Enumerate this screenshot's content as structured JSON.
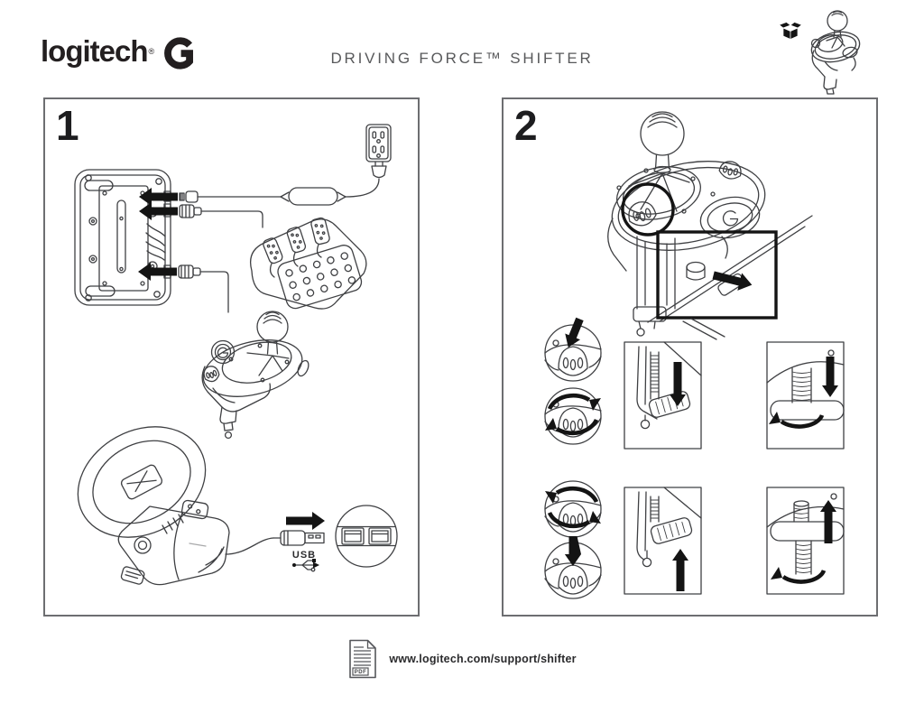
{
  "header": {
    "logo_text": "logitech",
    "logo_registered": "®",
    "title": "DRIVING FORCE™ SHIFTER"
  },
  "steps": {
    "one": "1",
    "two": "2"
  },
  "panel_one": {
    "usb_label": "USB"
  },
  "footer": {
    "pdf_label": "PDF",
    "url": "www.logitech.com/support/shifter"
  },
  "colors": {
    "line_art": "#3f4043",
    "solid_black": "#141414",
    "panel_border": "#6d6e71",
    "title_text": "#58595b",
    "logo_black": "#231f20"
  },
  "icons": {
    "header": [
      "logitech-g-mark",
      "open-box-icon",
      "shifter-thumbnail"
    ],
    "panel_one": [
      "wheel-base",
      "left-arrows",
      "audio-jack-connector",
      "din-connectors",
      "power-adapter",
      "power-outlet",
      "power-plug",
      "pedal-unit",
      "shifter",
      "racing-wheel",
      "usb-plug",
      "usb-symbol",
      "usb-ports-circle",
      "right-arrow"
    ],
    "panel_two": [
      "shifter-on-table",
      "callout-circle",
      "callout-rectangle",
      "thumbscrew-press",
      "thumbscrew-rotate",
      "clamp-down",
      "screw-tighten",
      "thumbscrew-rotate-release",
      "thumbscrew-press-release",
      "clamp-up",
      "screw-loosen"
    ],
    "footer": [
      "pdf-file-icon"
    ]
  }
}
